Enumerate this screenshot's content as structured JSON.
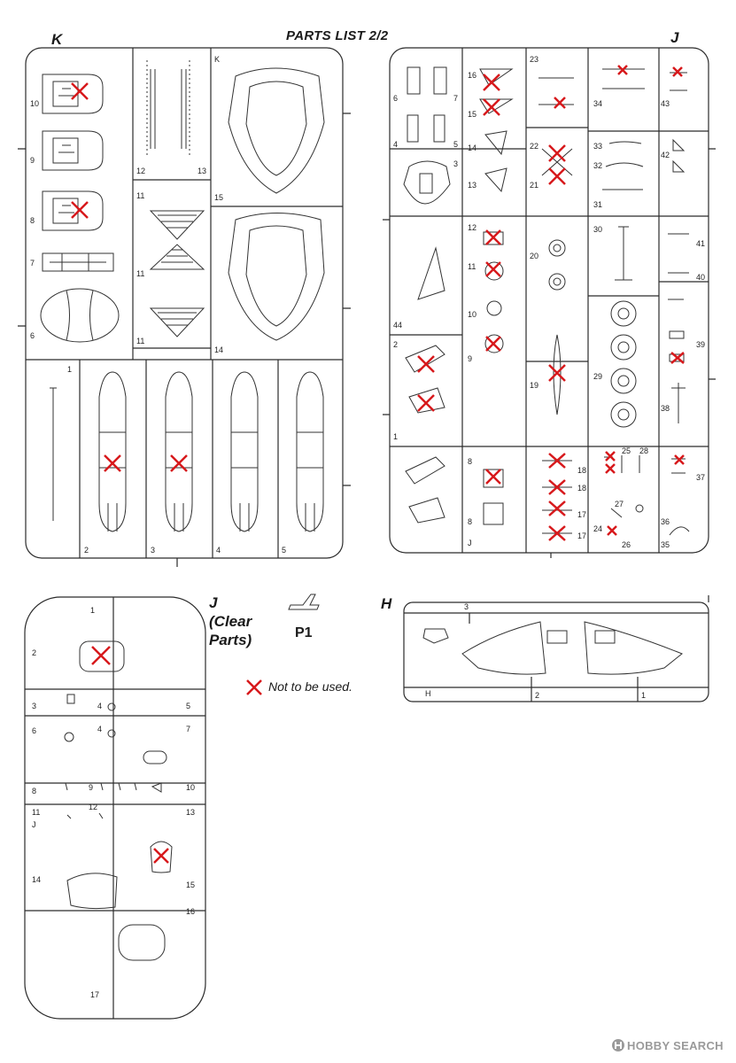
{
  "header": {
    "title": "PARTS LIST 2/2"
  },
  "sprue_k": {
    "letter": "K",
    "tag": "K",
    "numbers": [
      "10",
      "9",
      "8",
      "7",
      "6",
      "12",
      "13",
      "11",
      "11",
      "11",
      "15",
      "14",
      "1",
      "2",
      "3",
      "4",
      "5"
    ]
  },
  "sprue_j": {
    "letter": "J",
    "tag": "J",
    "numbers": [
      "6",
      "7",
      "4",
      "5",
      "3",
      "16",
      "15",
      "14",
      "13",
      "23",
      "22",
      "21",
      "34",
      "43",
      "33",
      "32",
      "31",
      "42",
      "44",
      "12",
      "11",
      "10",
      "9",
      "20",
      "19",
      "30",
      "41",
      "40",
      "39",
      "38",
      "2",
      "1",
      "8",
      "8",
      "18",
      "18",
      "17",
      "17",
      "25",
      "28",
      "24",
      "27",
      "26",
      "37",
      "36",
      "35",
      "29"
    ]
  },
  "sprue_j_clear": {
    "letter": "J",
    "caption": [
      "(Clear",
      "Parts)"
    ],
    "part_label": "P1",
    "tag": "J",
    "numbers": [
      "1",
      "2",
      "3",
      "4",
      "5",
      "6",
      "4",
      "7",
      "8",
      "9",
      "12",
      "10",
      "11",
      "13",
      "14",
      "15",
      "16",
      "17"
    ]
  },
  "sprue_h": {
    "letter": "H",
    "tag": "H",
    "numbers": [
      "3",
      "2",
      "1"
    ]
  },
  "legend": {
    "text": "Not to be used."
  },
  "watermark": {
    "text": "HOBBY SEARCH"
  },
  "colors": {
    "mark": "#d7191c",
    "line": "#2b2b2b",
    "watermark": "#9a9a9a"
  }
}
